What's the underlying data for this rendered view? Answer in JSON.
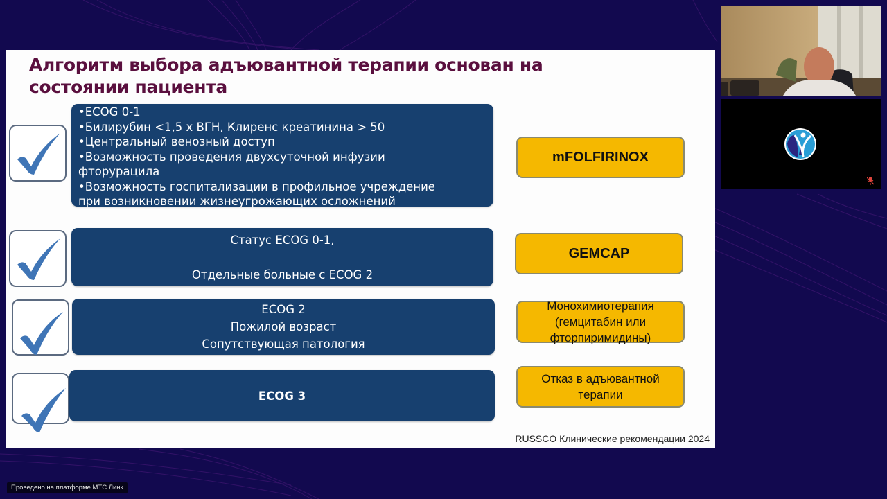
{
  "colors": {
    "background": "#12094f",
    "title": "#5a0f3e",
    "panel": "#17406f",
    "therapy": "#f5b800",
    "check": "#3f75b6"
  },
  "slide": {
    "title_line1": "Алгоритм выбора адъювантной терапии основан на",
    "title_line2": "состоянии пациента",
    "rows": [
      {
        "criteria": [
          "•ECOG 0-1",
          "•Билирубин <1,5 х ВГН, Клиренс креатинина  > 50",
          "•Центральный венозный доступ",
          "•Возможность проведения двухсуточной инфузии",
          "фторурацила",
          "•Возможность госпитализации в профильное учреждение",
          "при возникновении жизнеугрожающих осложнений"
        ],
        "therapy": "mFOLFIRINOX",
        "check_icon": "checkmark-icon"
      },
      {
        "criteria": [
          "Статус ECOG 0-1,",
          "Отдельные больные с ECOG 2"
        ],
        "therapy": "GEMCAP",
        "check_icon": "checkmark-icon"
      },
      {
        "criteria": [
          "ECOG 2",
          "Пожилой возраст",
          "Сопутствующая патология"
        ],
        "therapy_lines": [
          "Монохимиотерапия",
          "(гемцитабин или",
          "фторпиримидины)"
        ],
        "check_icon": "checkmark-icon"
      },
      {
        "criteria": [
          "ECOG 3"
        ],
        "therapy_lines": [
          "Отказ в адъювантной",
          "терапии"
        ],
        "check_icon": "checkmark-icon"
      }
    ],
    "source": "RUSSCO Клинические рекомендации 2024"
  },
  "participants": [
    {
      "type": "camera",
      "icon": "person-video"
    },
    {
      "type": "logo",
      "icon": "organization-logo-icon",
      "mic_status": "muted",
      "mic_icon": "mic-muted-icon"
    }
  ],
  "footer": {
    "platform_badge": "Проведено на платформе МТС Линк"
  }
}
